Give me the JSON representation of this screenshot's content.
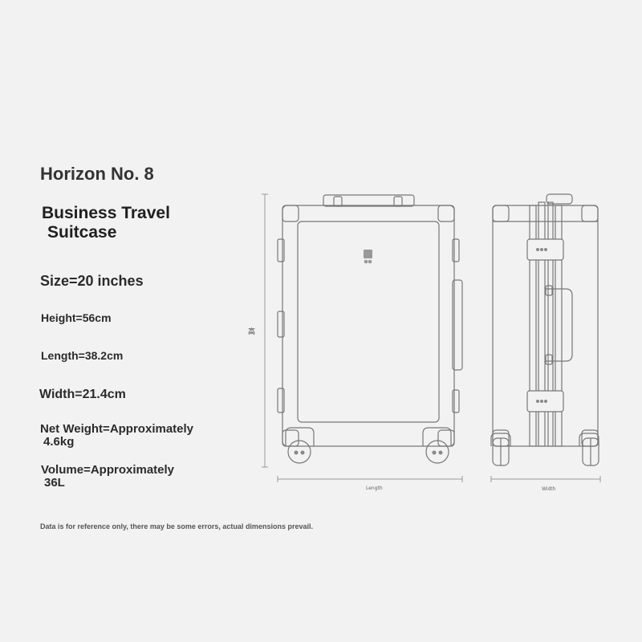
{
  "product": {
    "brand": "Horizon No. 8",
    "title_line1": "Business Travel",
    "title_line2": "Suitcase"
  },
  "specs": {
    "size": "Size=20 inches",
    "height": "Height=56cm",
    "length": "Length=38.2cm",
    "width": "Width=21.4cm",
    "net_weight_line1": "Net Weight=Approximately",
    "net_weight_line2": "4.6kg",
    "volume_line1": "Volume=Approximately",
    "volume_line2": "36L"
  },
  "diagram": {
    "height_label": "高",
    "length_label": "Length",
    "width_label": "Width"
  },
  "disclaimer": "Data is for reference only, there may be some errors, actual dimensions prevail.",
  "colors": {
    "background": "#f2f2f2",
    "outline": "#7a7a7a",
    "text": "#2b2b2b"
  }
}
